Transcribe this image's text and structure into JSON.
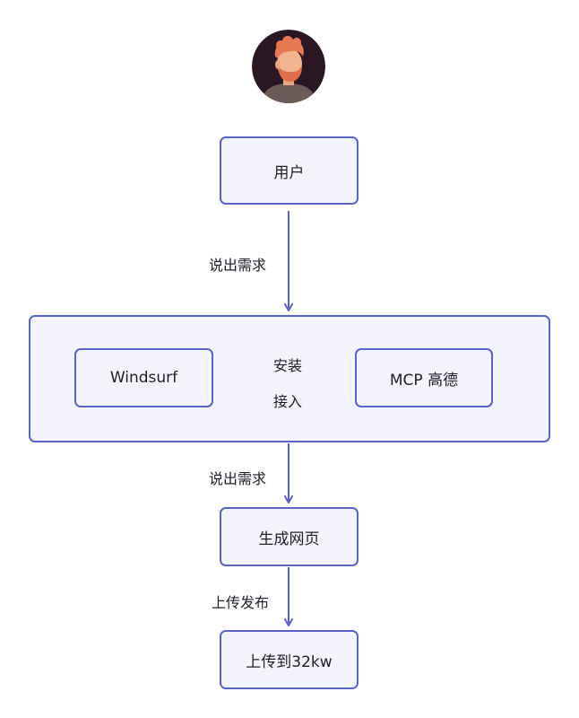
{
  "avatar": {
    "icon": "user-avatar-icon",
    "colors": {
      "background": "#2b1624",
      "hair": "#e57a52",
      "skin": "#f0b48e",
      "sweater": "#6b5a57"
    }
  },
  "nodes": {
    "user": "用户",
    "windsurf": "Windsurf",
    "mcp": "MCP 高德",
    "generate": "生成网页",
    "upload_target": "上传到32kw"
  },
  "edges": {
    "user_to_group": "说出需求",
    "install": "安装",
    "connect": "接入",
    "group_to_generate": "说出需求",
    "generate_to_upload": "上传发布"
  },
  "colors": {
    "accent": "#5a63c6",
    "box_fill": "#f3f3fc",
    "text": "#1f1f2b"
  }
}
